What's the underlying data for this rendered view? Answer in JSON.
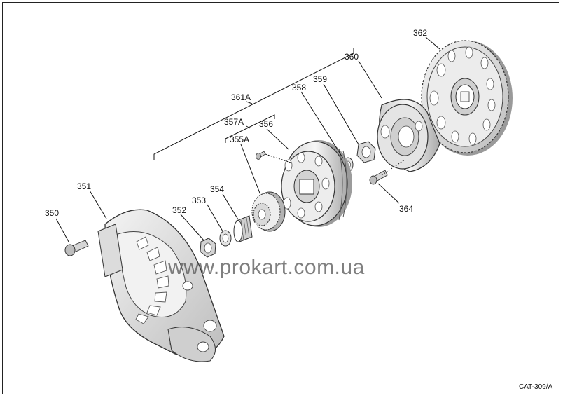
{
  "diagram": {
    "callouts": {
      "c350": "350",
      "c351": "351",
      "c352": "352",
      "c353": "353",
      "c354": "354",
      "c355A": "355A",
      "c356": "356",
      "c357A": "357A",
      "c358": "358",
      "c359": "359",
      "c360": "360",
      "c361A": "361A",
      "c362": "362",
      "c364": "364"
    },
    "watermark": "www.prokart.com.ua",
    "figure_code": "CAT-309/A"
  }
}
